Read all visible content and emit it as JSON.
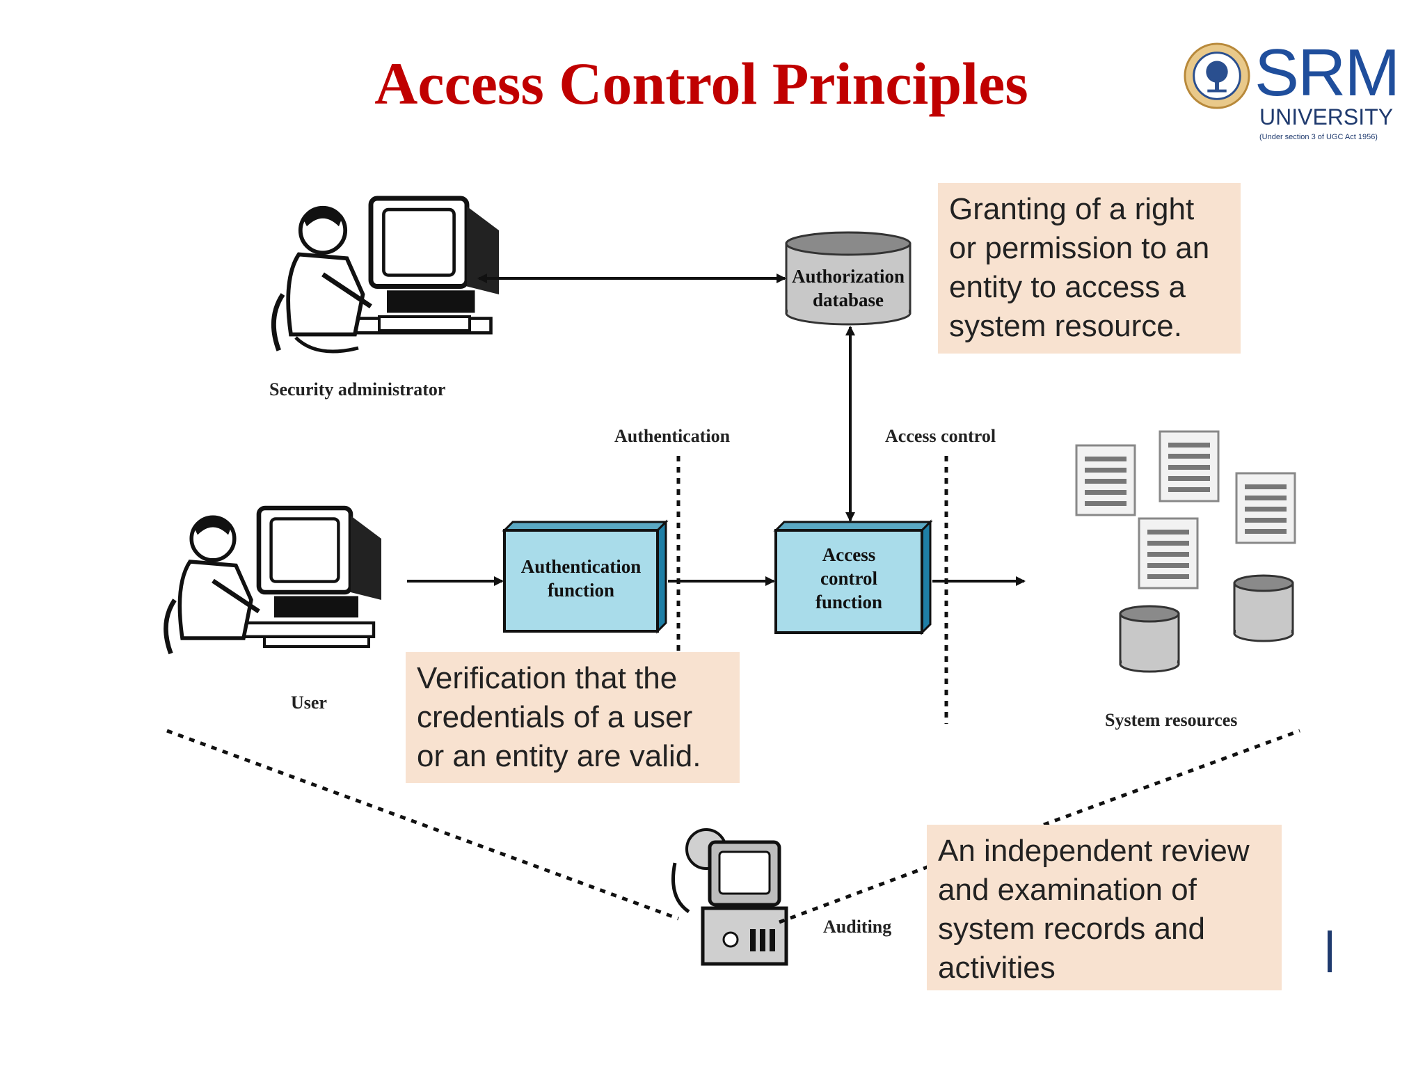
{
  "title": "Access Control Principles",
  "logo": {
    "name": "SRM",
    "university": "UNIVERSITY",
    "subtitle": "(Under section 3 of UGC Act 1956)"
  },
  "actors": {
    "security_admin": "Security administrator",
    "user": "User",
    "auditing": "Auditing",
    "system_resources": "System resources"
  },
  "boundaries": {
    "authentication": "Authentication",
    "access_control": "Access control"
  },
  "boxes": {
    "authorization_db": [
      "Authorization",
      "database"
    ],
    "authentication_fn": [
      "Authentication",
      "function"
    ],
    "access_control_fn": [
      "Access",
      "control",
      "function"
    ]
  },
  "notes": {
    "authorization": "Granting of a right\nor permission to an\nentity to access a\nsystem resource.",
    "authentication": "Verification that the\ncredentials of a user\nor an entity are valid.",
    "auditing": "An independent review\nand examination of\nsystem records and\nactivities"
  },
  "colors": {
    "title": "#c00000",
    "box_fill": "#a9dcea",
    "note_fill": "#f8e2d0",
    "db_fill": "#c8c8c8"
  }
}
